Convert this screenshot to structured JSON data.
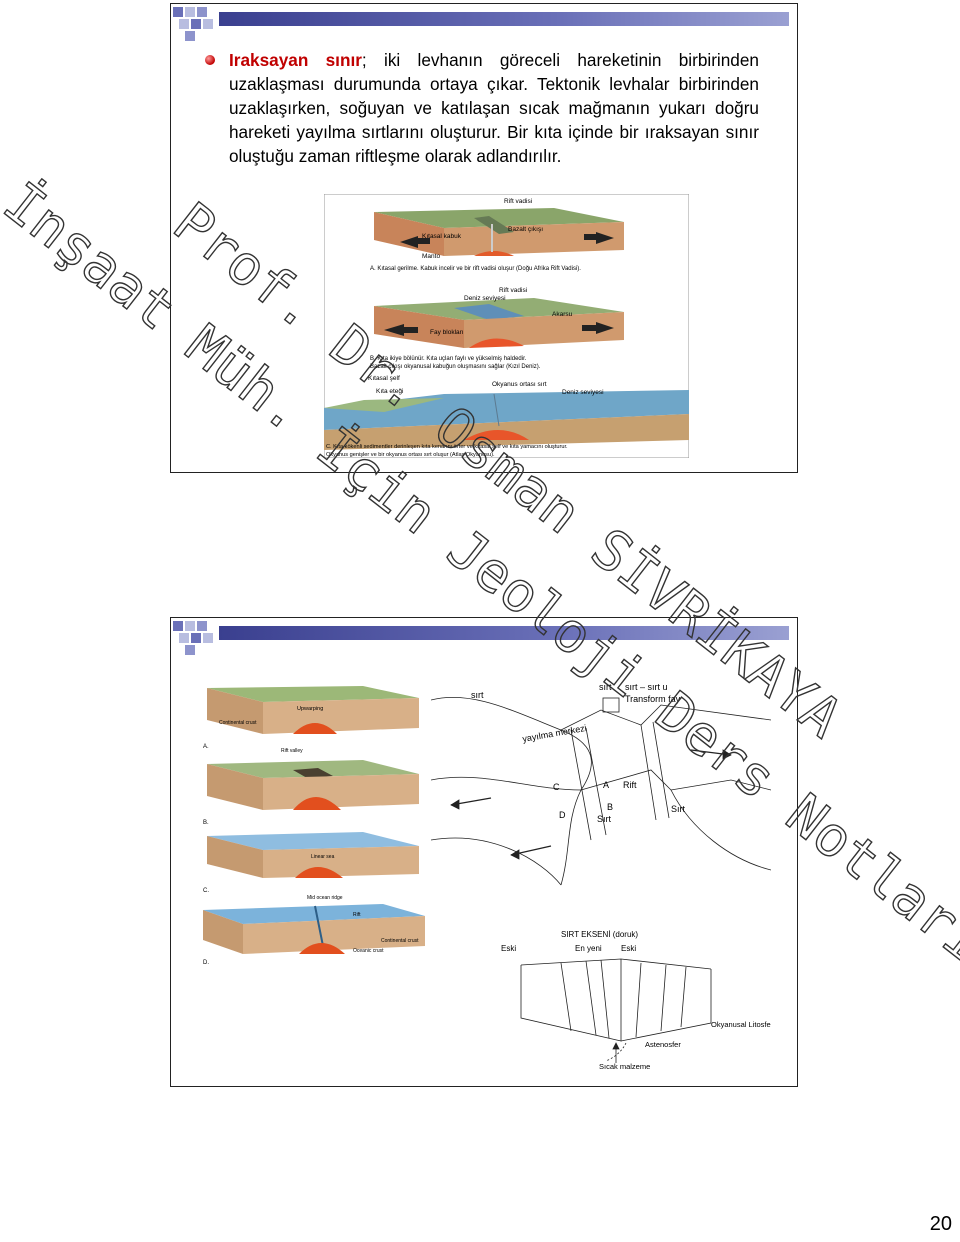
{
  "slide1": {
    "term": "Iraksayan sınır",
    "text": "; iki levhanın göreceli hareketinin birbirinden uzaklaşması durumunda ortaya çıkar. Tektonik levhalar birbirinden uzaklaşırken, soğuyan ve katılaşan sıcak mağmanın yukarı doğru hareketi yayılma sırtlarını oluşturur. Bir kıta içinde bir ıraksayan sınır oluştuğu zaman riftleşme olarak adlandırılır.",
    "figure": {
      "labels": {
        "rift_vadisi": "Rift vadisi",
        "kitasal_kabuk": "Kıtasal kabuk",
        "bazalt_cikisi": "Bazalt çıkışı",
        "manto": "Manto",
        "caption_a": "A. Kıtasal gerilme. Kabuk incelir ve bir rift vadisi oluşur (Doğu Afrika Rift Vadisi).",
        "rift_vadisi_b": "Rift vadisi",
        "deniz_seviyesi": "Deniz seviyesi",
        "akarsu": "Akarsu",
        "fay_bloklari": "Fay blokları",
        "caption_b1": "B. Kıta ikiye bölünür. Kıta uçları faylı ve yükselmiş haldedir.",
        "caption_b2": "Bazalt çıkışı okyanusal kabuğun oluşmasını sağlar (Kızıl Deniz).",
        "kitasal_self": "Kıtasal şelf",
        "kita_etegi": "Kıta eteği",
        "okyanus_ortasi_sirt": "Okyanus ortası sırt",
        "deniz_seviyesi_c": "Deniz seviyesi",
        "caption_c1": "C. Kıta kökenli sedimentler derinleşen kıta kenarını örter ve kıtasal şelf ve kıta yamacını oluşturur.",
        "caption_c2": "Okyanus genişler ve bir okyanus ortası sırt oluşur (Atlas Okyanusu)."
      }
    }
  },
  "slide2": {
    "left_figure": {
      "labels": {
        "upwarping": "Upwarping",
        "continental_crust": "Continental crust",
        "a": "A.",
        "rift_valley": "Rift valley",
        "b": "B.",
        "linear_sea": "Linear sea",
        "c": "C.",
        "mid_ocean_ridge": "Mid ocean ridge",
        "rift": "Rift",
        "continental_crust_d": "Continental crust",
        "oceanic_crust": "Oceanic crust",
        "d": "D."
      }
    },
    "right_top": {
      "labels": {
        "sirt1": "sırt",
        "sirt2": "sırt",
        "sirt_sirtu": "sırt – sırt u",
        "transform_fay": "Transform fay",
        "yayilma_merkezi": "yayılma merkezi",
        "a": "A",
        "rift": "Rift",
        "c": "C",
        "b": "B",
        "d": "D",
        "sirt3": "Sırt",
        "sirt4": "Sırt"
      }
    },
    "right_bottom": {
      "labels": {
        "sirt_ekseni": "SIRT EKSENİ (doruk)",
        "eski_left": "Eski",
        "en_yeni": "En yeni",
        "eski_right": "Eski",
        "okyanusal_litosfer": "Okyanusal Litosfer",
        "astenosfer": "Astenosfer",
        "sicak_malzeme": "Sıcak malzeme"
      }
    }
  },
  "watermark": {
    "line1": "İnşaat Müh. İçin Jeoloji Ders Notları",
    "line2": "Prof. Dr. Osman SİVRİKAYA"
  },
  "page_number": "20"
}
